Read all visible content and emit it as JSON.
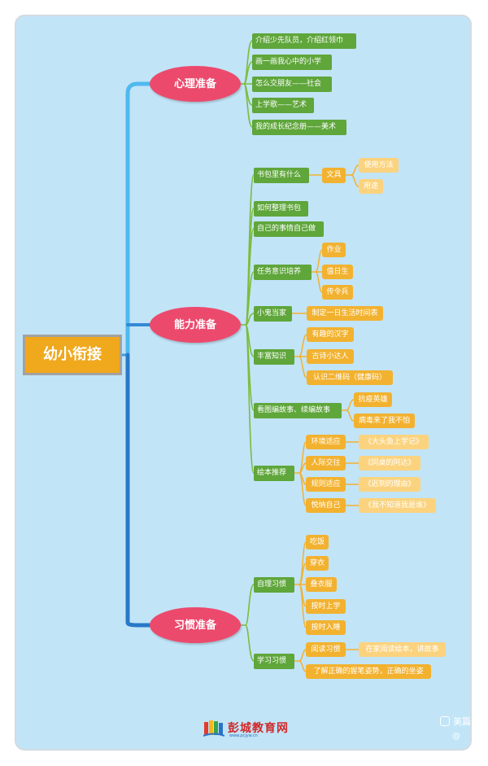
{
  "root": "幼小衔接",
  "branches": {
    "psych": {
      "label": "心理准备",
      "items": [
        "介绍少先队员，介绍红领巾",
        "画一画我心中的小学",
        "怎么交朋友——社会",
        "上学歌——艺术",
        "我的成长纪念册——美术"
      ]
    },
    "ability": {
      "label": "能力准备",
      "schoolbag": "书包里有什么",
      "stationery": "文具",
      "stationery_items": [
        "使用方法",
        "用途"
      ],
      "organize": "如何整理书包",
      "selfwork": "自己的事情自己做",
      "task": "任务意识培养",
      "task_items": [
        "作业",
        "值日生",
        "传令兵"
      ],
      "housekeeper": "小鬼当家",
      "schedule": "制定一日生活时间表",
      "knowledge": "丰富知识",
      "knowledge_items": [
        "有趣的汉字",
        "古诗小达人",
        "认识二维码（健康码）"
      ],
      "story": "看图编故事、续编故事",
      "story_items": [
        "抗疫英雄",
        "病毒来了我不怕"
      ],
      "picturebook": "绘本推荐",
      "book_rows": [
        {
          "topic": "环境适应",
          "book": "《大头鱼上学记》"
        },
        {
          "topic": "人际交往",
          "book": "《同桌的阿达》"
        },
        {
          "topic": "规则适应",
          "book": "《迟到的理由》"
        },
        {
          "topic": "悦纳自己",
          "book": "《我不知道我是谁》"
        }
      ]
    },
    "habit": {
      "label": "习惯准备",
      "selfcare": "自理习惯",
      "selfcare_items": [
        "吃饭",
        "穿衣",
        "叠衣服",
        "按时上学",
        "按时入睡"
      ],
      "study": "学习习惯",
      "reading": "阅读习惯",
      "reading_detail": "在家阅读绘本，讲故事",
      "posture": "了解正确的握笔姿势，正确的坐姿"
    }
  },
  "logo": {
    "text": "彭城教育网",
    "sub": "www.pcjyw.cn"
  },
  "watermark": {
    "brand": "美篇",
    "handle": "@"
  },
  "colors": {
    "background": "#c2e4f7",
    "root": "#f0a81d",
    "category": "#ec4a6d",
    "level2": "#5fa63b",
    "level3": "#f2b230",
    "level4": "#fbd37e",
    "connector_main": "#3d9be0",
    "connector_leaf": "#8cc63f"
  }
}
